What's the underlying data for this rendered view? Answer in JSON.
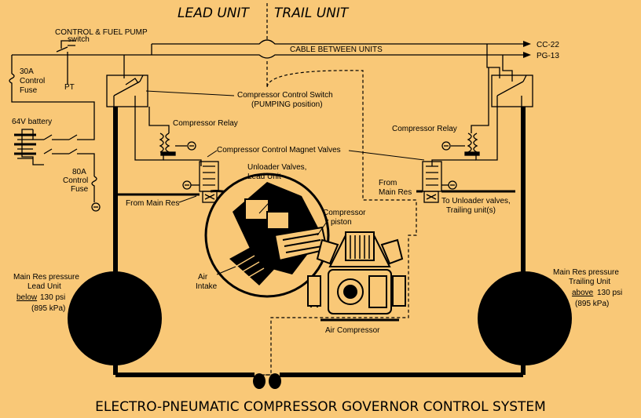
{
  "header": {
    "lead_unit": "LEAD UNIT",
    "trail_unit": "TRAIL UNIT"
  },
  "title": "ELECTRO-PNEUMATIC COMPRESSOR GOVERNOR CONTROL SYSTEM",
  "labels": {
    "control_fuel_pump_1": "CONTROL & FUEL PUMP",
    "control_fuel_pump_2": "switch",
    "cc22": "CC-22",
    "pg13": "PG-13",
    "cable": "CABLE BETWEEN UNITS",
    "fuse30_1": "30A",
    "fuse30_2": "Control",
    "fuse30_3": "Fuse",
    "pt": "PT",
    "battery": "64V battery",
    "fuse80_1": "80A",
    "fuse80_2": "Control",
    "fuse80_3": "Fuse",
    "ccs_1": "Compressor Control Switch",
    "ccs_2": "(PUMPING position)",
    "relay_lead": "Compressor Relay",
    "relay_trail": "Compressor Relay",
    "magnet_valves": "Compressor Control Magnet Valves",
    "unloader_1": "Unloader Valves,",
    "unloader_2": "Lead Unit",
    "from_main_res_lead": "From Main Res",
    "from_main_res_trail_1": "From",
    "from_main_res_trail_2": "Main Res",
    "to_unloader_1": "To Unloader valves,",
    "to_unloader_2": "Trailing unit(s)",
    "piston_1": "Compressor",
    "piston_2": "piston",
    "air_intake_1": "Air",
    "air_intake_2": "Intake",
    "air_compressor": "Air Compressor",
    "main_res_lead_1": "Main Res pressure",
    "main_res_lead_2": "Lead Unit",
    "main_res_lead_3": "below",
    "main_res_lead_4": "130 psi",
    "main_res_lead_5": "(895 kPa)",
    "main_res_trail_1": "Main Res pressure",
    "main_res_trail_2": "Trailing Unit",
    "main_res_trail_3": "above",
    "main_res_trail_4": "130 psi",
    "main_res_trail_5": "(895 kPa)"
  },
  "colors": {
    "background": "#f9c877",
    "ink": "#000000"
  }
}
